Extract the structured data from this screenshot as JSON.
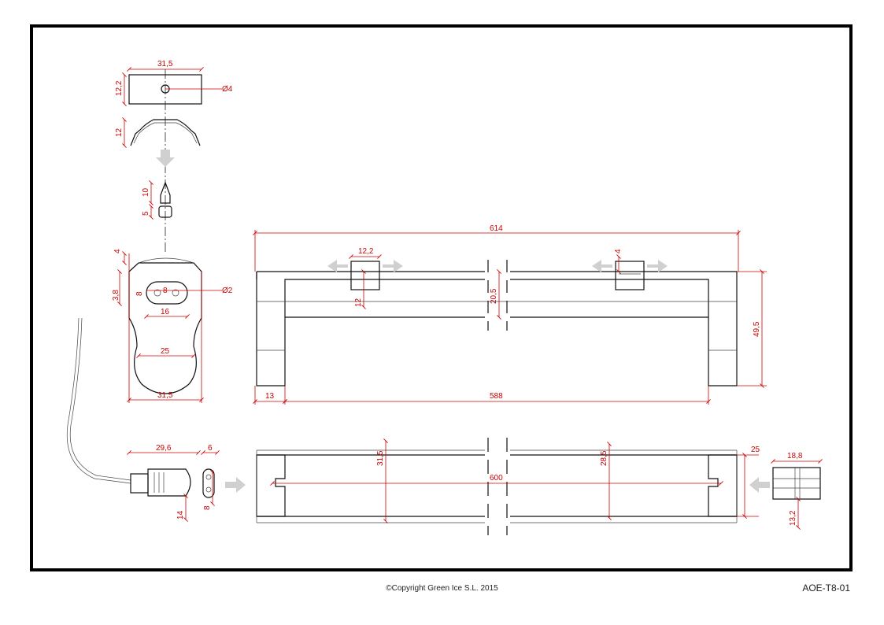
{
  "drawing": {
    "copyright": "©Copyright Green Ice S.L. 2015",
    "code": "AOE-T8-01"
  },
  "dims": {
    "clip_width": "31,5",
    "clip_height": "12,2",
    "clip_hole": "Ø4",
    "rail_height": "12",
    "screw_length": "10",
    "screw_head": "5",
    "cap_top": "4",
    "cap_offset": "3,8",
    "pin_spacing": "8",
    "pin_height": "8",
    "pin_dia": "Ø2",
    "cap_inner": "16",
    "cap_bottom": "25",
    "cap_width": "31,5",
    "overall_length": "614",
    "clip_side": "12,2",
    "clip_step": "4",
    "profile_depth": "20,5",
    "clip_depth": "12",
    "profile_height": "49,5",
    "end_width": "13",
    "inner_length": "588",
    "plug_length": "29,6",
    "plug_end": "6",
    "plug_height": "14",
    "plug_width": "8",
    "tube_outer": "31,5",
    "tube_length": "600",
    "tube_inner": "28,5",
    "end_offset": "25",
    "endcap_width": "18,8",
    "endcap_height": "13,2"
  }
}
